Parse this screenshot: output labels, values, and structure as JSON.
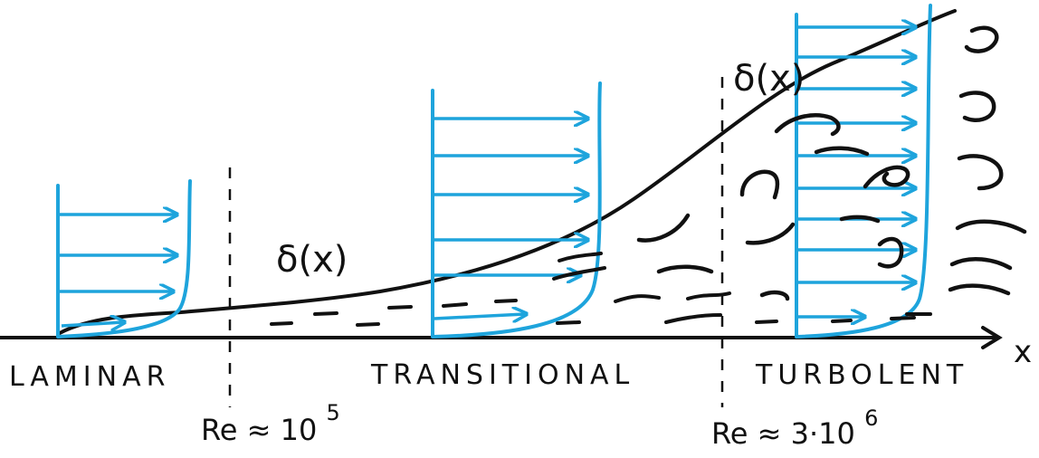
{
  "diagram": {
    "regimes": [
      "LAMINAR",
      "TRANSITIONAL",
      "TURBOLENT"
    ],
    "thickness_labels": {
      "transitional": "δ(x)",
      "turbulent": "δ(x)"
    },
    "reynolds_thresholds": {
      "first": {
        "prefix": "Re ≈ 10",
        "exponent": "5"
      },
      "second": {
        "prefix": "Re ≈ 3·10",
        "exponent": "6"
      }
    },
    "x_axis_label": "x",
    "colors": {
      "ink": "#111111",
      "profile": "#1ea4dc"
    }
  }
}
